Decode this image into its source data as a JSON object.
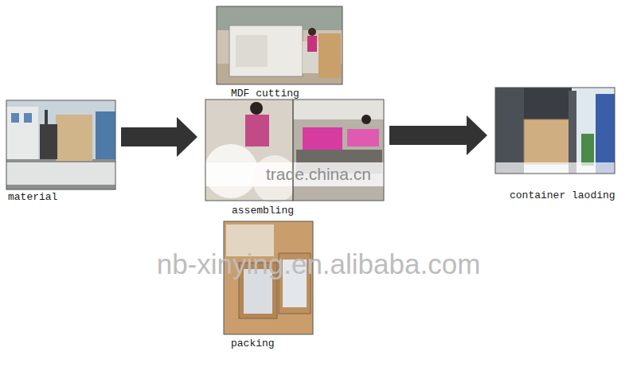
{
  "diagram": {
    "nodes": [
      {
        "text": [
          "MDF cutting"
        ]
      },
      {
        "text": [
          "material"
        ]
      },
      {
        "text": [
          "assembling"
        ]
      },
      {
        "text": [
          "container laoding"
        ]
      },
      {
        "text": [
          "packing"
        ]
      }
    ],
    "edges": [
      {
        "from": 1,
        "to": 2,
        "arrow": "to"
      },
      {
        "from": 2,
        "to": 3,
        "arrow": "to"
      }
    ],
    "labels": [
      "trade.china.cn",
      "nb-xinying.en.alibaba.com"
    ]
  }
}
